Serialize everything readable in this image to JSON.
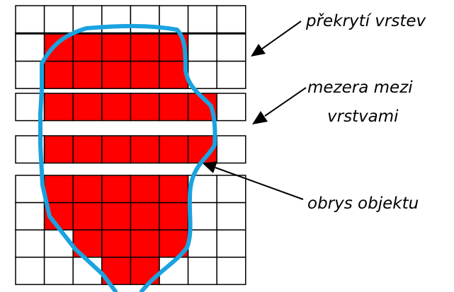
{
  "labels": {
    "overlap": "překrytí vrstev",
    "gap_line1": "mezera mezi",
    "gap_line2": "vrstvami",
    "outline": "obrys objektu"
  },
  "colors": {
    "fill": "#ff0000",
    "grid": "#000000",
    "outline": "#1aa3e0",
    "background": "#ffffff"
  },
  "grid": {
    "columns": 8
  },
  "layers": [
    {
      "rows": 2,
      "filled": [
        [],
        [
          2,
          3,
          4,
          5
        ]
      ]
    },
    {
      "rows": 2,
      "filled": [
        [
          1,
          2,
          3,
          4,
          5
        ],
        [
          1,
          2,
          3,
          4,
          5
        ]
      ]
    },
    {
      "rows": 1,
      "filled": [
        [
          1,
          2,
          3,
          4,
          5,
          6
        ]
      ]
    },
    {
      "rows": 1,
      "filled": [
        [
          1,
          2,
          3,
          4,
          5,
          6
        ]
      ]
    },
    {
      "rows": 4,
      "filled": [
        [
          1,
          2,
          3,
          4,
          5
        ],
        [
          1,
          2,
          3,
          4,
          5
        ],
        [
          2,
          3,
          4,
          5
        ],
        [
          3,
          4
        ]
      ]
    }
  ]
}
